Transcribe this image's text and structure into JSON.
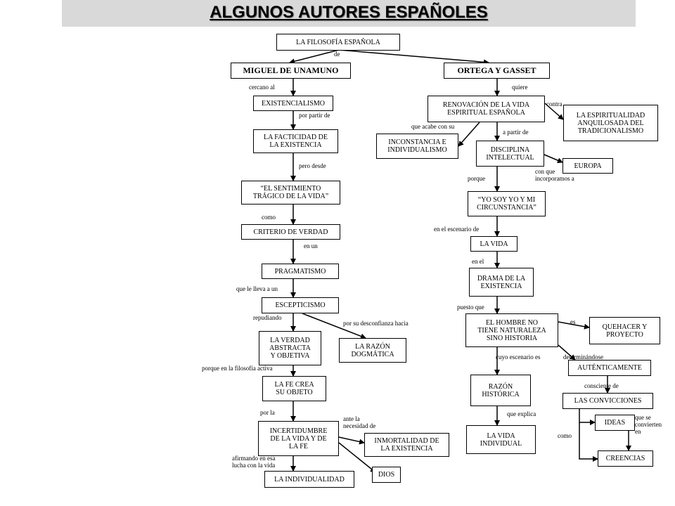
{
  "title": "ALGUNOS AUTORES ESPAÑOLES",
  "nodes": {
    "filosofia": "LA FILOSOFÍA ESPAÑOLA",
    "unamuno": "MIGUEL DE UNAMUNO",
    "ortega": "ORTEGA Y GASSET",
    "existencialismo": "EXISTENCIALISMO",
    "facticidad": "LA FACTICIDAD DE\nLA EXISTENCIA",
    "sentimiento": "“EL SENTIMIENTO\nTRÁGICO DE LA VIDA”",
    "criterio": "CRITERIO DE VERDAD",
    "pragmatismo": "PRAGMATISMO",
    "escepticismo": "ESCEPTICISMO",
    "verdad": "LA VERDAD\nABSTRACTA\nY OBJETIVA",
    "razon_dogmatica": "LA RAZÓN\nDOGMÁTICA",
    "fe": "LA FE CREA\nSU OBJETO",
    "incertidumbre": "INCERTIDUMBRE\nDE LA VIDA Y DE\nLA FE",
    "inmortalidad": "INMORTALIDAD DE\nLA EXISTENCIA",
    "dios": "DIOS",
    "individualidad": "LA INDIVIDUALIDAD",
    "renovacion": "RENOVACIÓN DE LA VIDA\nESPIRITUAL ESPAÑOLA",
    "espiritualidad": "LA ESPIRITUALIDAD\nANQUILOSADA DEL\nTRADICIONALISMO",
    "inconstancia": "INCONSTANCIA E\nINDIVIDUALISMO",
    "disciplina": "DISCIPLINA\nINTELECTUAL",
    "europa": "EUROPA",
    "yo_soy": "“YO SOY YO Y MI\nCIRCUNSTANCIA”",
    "la_vida": "LA VIDA",
    "drama": "DRAMA DE LA\nEXISTENCIA",
    "hombre": "EL HOMBRE NO\nTIENE NATURALEZA\nSINO HISTORIA",
    "quehacer": "QUEHACER Y\nPROYECTO",
    "autenticamente": "AUTÉNTICAMENTE",
    "razon_historica": "RAZÓN\nHISTÓRICA",
    "convicciones": "LAS CONVICCIONES",
    "ideas": "IDEAS",
    "creencias": "CREENCIAS",
    "vida_individual": "LA VIDA\nINDIVIDUAL"
  },
  "labels": {
    "de": "de",
    "cercano_al": "cercano al",
    "por_partir_de": "por partir de",
    "pero_desde": "pero desde",
    "como_1": "como",
    "en_un": "en un",
    "que_le_lleva": "que le lleva a un",
    "repudiando": "repudiando",
    "por_su_desconfianza": "por su desconfianza hacia",
    "porque_en_la_filosofia": "porque en la filosofía activa",
    "por_la": "por la",
    "ante_la": "ante la\nnecesidad de",
    "afirmando": "afirmando en esa\nlucha con la vida",
    "quiere": "quiere",
    "contra": "contra",
    "que_acabe": "que acabe con su",
    "a_partir_de": "a partir de",
    "con_que": "con que\nincorporamos a",
    "porque": "porque",
    "en_el_escenario": "en el escenario de",
    "en_el": "en el",
    "puesto_que": "puesto que",
    "es": "es",
    "determinandose": "determinándose",
    "cuyo_escenario": "cuyo escenario es",
    "consciente_de": "consciente de",
    "que_explica": "que explica",
    "que_se_convierten": "que se\nconvierten\nen",
    "como_2": "como"
  }
}
